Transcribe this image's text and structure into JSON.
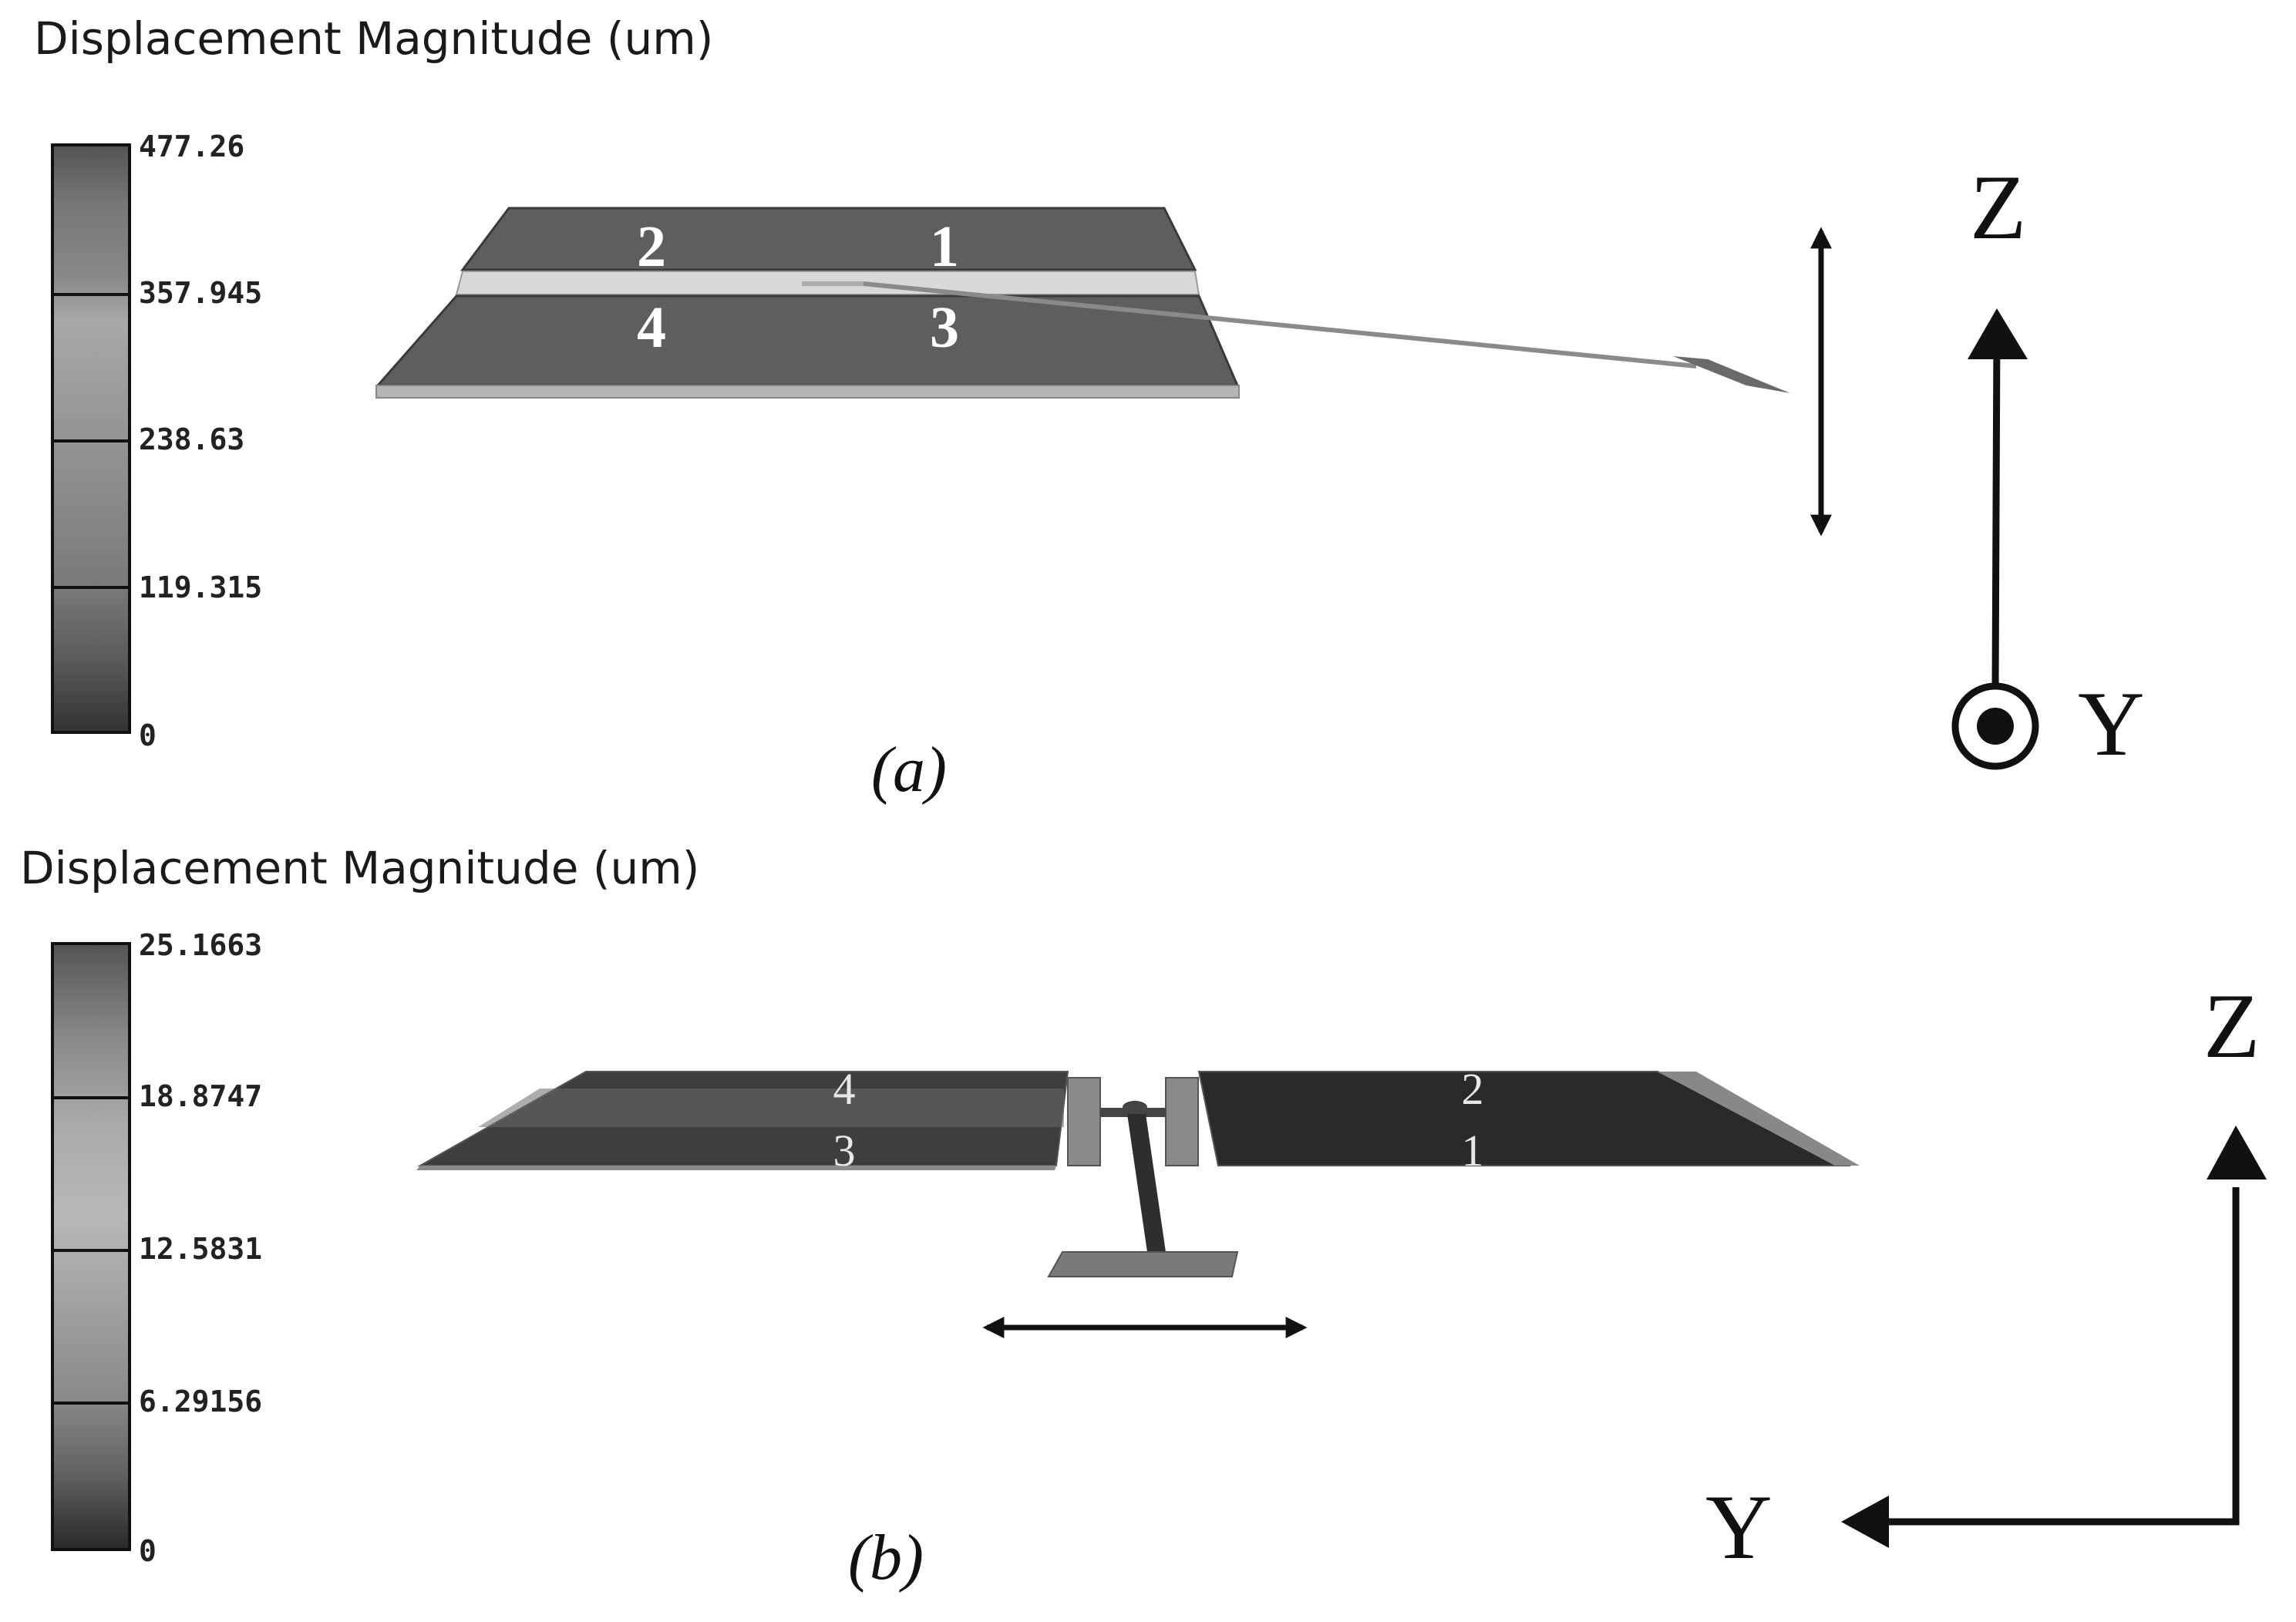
{
  "panel_a": {
    "title": "Displacement Magnitude (um)",
    "scale_ticks": [
      "477.26",
      "357.945",
      "238.63",
      "119.315",
      "0"
    ],
    "electrode_labels": [
      "2",
      "1",
      "4",
      "3"
    ],
    "caption": "(a)",
    "axis_labels": {
      "vertical": "Z",
      "out_of_plane": "Y"
    }
  },
  "panel_b": {
    "title": "Displacement Magnitude (um)",
    "scale_ticks": [
      "25.1663",
      "18.8747",
      "12.5831",
      "6.29156",
      "0"
    ],
    "electrode_labels": [
      "4",
      "3",
      "2",
      "1"
    ],
    "caption": "(b)",
    "axis_labels": {
      "vertical": "Z",
      "horizontal": "Y"
    }
  }
}
